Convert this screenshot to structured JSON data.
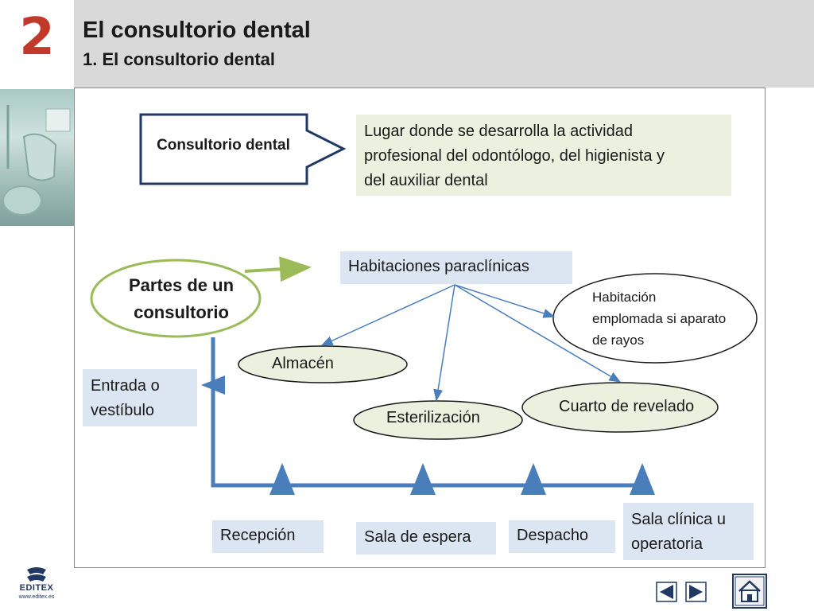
{
  "header": {
    "chapter_number": "2",
    "title": "El consultorio dental",
    "subtitle": "1. El consultorio dental"
  },
  "diagram": {
    "consultorio_label": "Consultorio dental",
    "definition_lines": [
      "Lugar donde se desarrolla la actividad",
      "profesional del odontólogo, del higienista y",
      "del auxiliar dental"
    ],
    "partes_lines": [
      "Partes de un",
      "consultorio"
    ],
    "habitaciones_paraclinicas": "Habitaciones paraclínicas",
    "habitacion_emplomada_lines": [
      "Habitación",
      "emplomada si aparato",
      "de rayos"
    ],
    "almacen": "Almacén",
    "cuarto_revelado": "Cuarto de revelado",
    "esterilizacion": "Esterilización",
    "entrada_lines": [
      "Entrada o",
      "vestíbulo"
    ],
    "recepcion": "Recepción",
    "sala_espera": "Sala de espera",
    "despacho": "Despacho",
    "sala_clinica_lines": [
      "Sala clínica u",
      "operatoria"
    ]
  },
  "footer": {
    "logo_text": "EDITEX",
    "logo_url": "www.editex.es",
    "icons": [
      "prev-icon",
      "next-icon",
      "home-icon"
    ]
  },
  "colors": {
    "accent_red": "#c0392b",
    "header_gray": "#d9d9d9",
    "arrow_blue": "#4a7ebb",
    "ellipse_green": "#9bbb59",
    "box_green": "#ebf1de",
    "box_blue": "#dce6f2",
    "navy": "#1f3864"
  }
}
